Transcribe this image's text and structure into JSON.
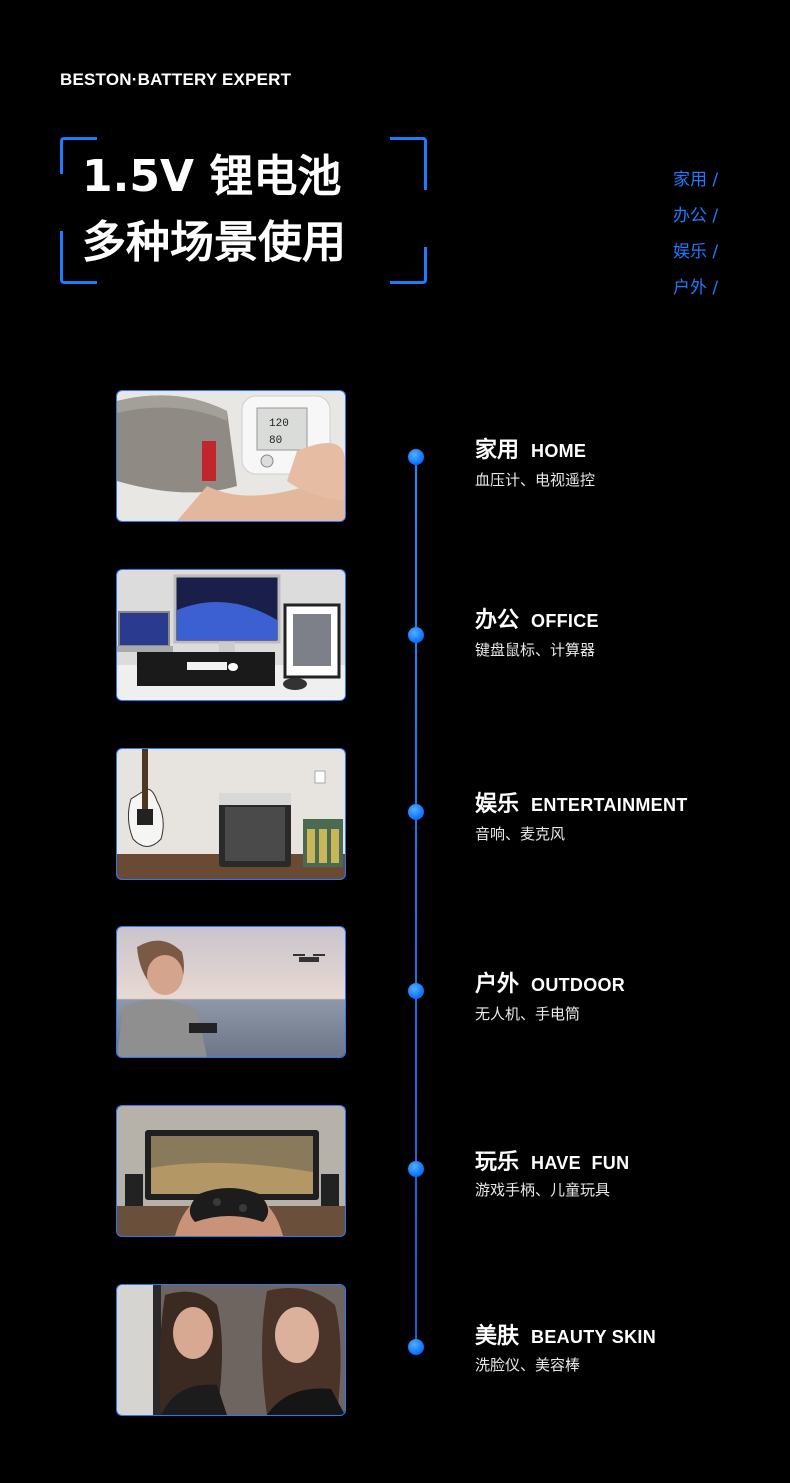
{
  "brand": "BESTON·BATTERY EXPERT",
  "title": {
    "line1": "1.5V 锂电池",
    "line2": "多种场景使用"
  },
  "side_list": [
    "家用 /",
    "办公 /",
    "娱乐 /",
    "户外 /"
  ],
  "scenes": [
    {
      "cn": "家用",
      "en": "HOME",
      "desc": "血压计、电视遥控"
    },
    {
      "cn": "办公",
      "en": "OFFICE",
      "desc": "键盘鼠标、计算器"
    },
    {
      "cn": "娱乐",
      "en": "ENTERTAINMENT",
      "desc": "音响、麦克风"
    },
    {
      "cn": "户外",
      "en": "OUTDOOR",
      "desc": "无人机、手电筒"
    },
    {
      "cn": "玩乐",
      "en": "HAVE  FUN",
      "desc": "游戏手柄、儿童玩具"
    },
    {
      "cn": "美肤",
      "en": "BEAUTY SKIN",
      "desc": "洗脸仪、美容棒"
    }
  ],
  "colors": {
    "accent": "#1e7bff",
    "background": "#000000"
  }
}
